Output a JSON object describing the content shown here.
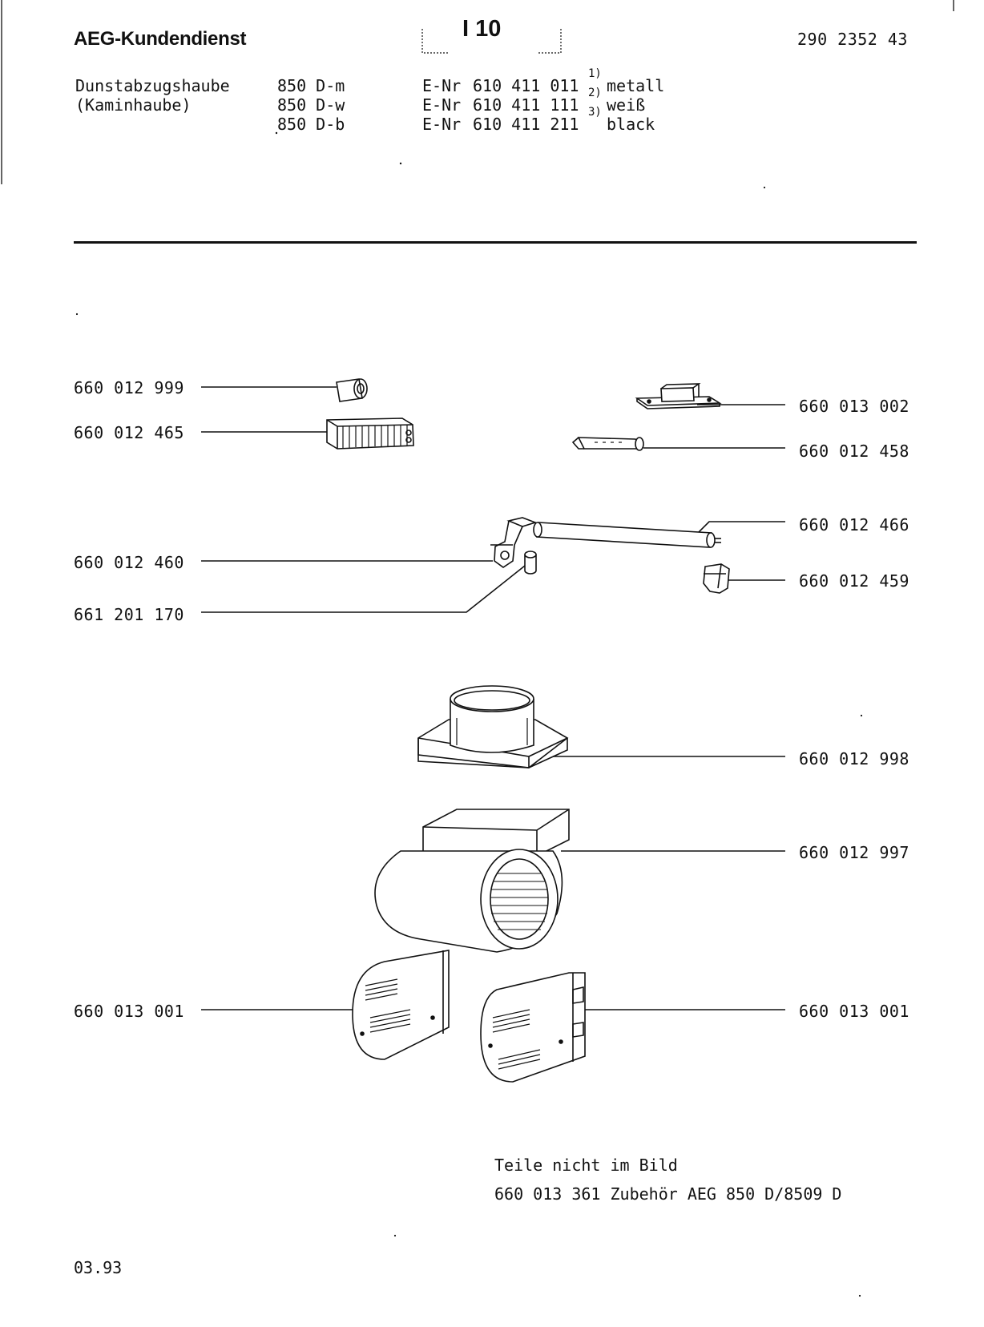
{
  "header": {
    "brand": "AEG-Kundendienst",
    "page_number": "I 10",
    "document_number": "290 2352 43",
    "product_lines": [
      "Dunstabzugshaube",
      "(Kaminhaube)"
    ],
    "models": [
      "850 D-m",
      "850 D-w",
      "850 D-b"
    ],
    "enr_prefix": "E-Nr",
    "enr_numbers": [
      "610 411 011",
      "610 411 111",
      "610 411 211"
    ],
    "footnote_marks": [
      "1)",
      "2)",
      "3)"
    ],
    "variants": [
      "metall",
      "weiß",
      "black"
    ]
  },
  "parts": {
    "fuse_holder": "660 012 999",
    "terminal_strip": "660 012 465",
    "ballast": "660 013 002",
    "switch_block": "660 012 458",
    "lamp_holder_left": "660 012 460",
    "fluorescent_tube": "660 012 466",
    "starter": "661 201 170",
    "lamp_holder_right": "660 012 459",
    "duct_adapter": "660 012 998",
    "blower_housing": "660 012 997",
    "grease_filter_left": "660 013 001",
    "grease_filter_right": "660 013 001"
  },
  "footer": {
    "note_title": "Teile nicht im Bild",
    "note_line": "660 013 361 Zubehör AEG 850 D/8509 D",
    "date": "03.93"
  }
}
